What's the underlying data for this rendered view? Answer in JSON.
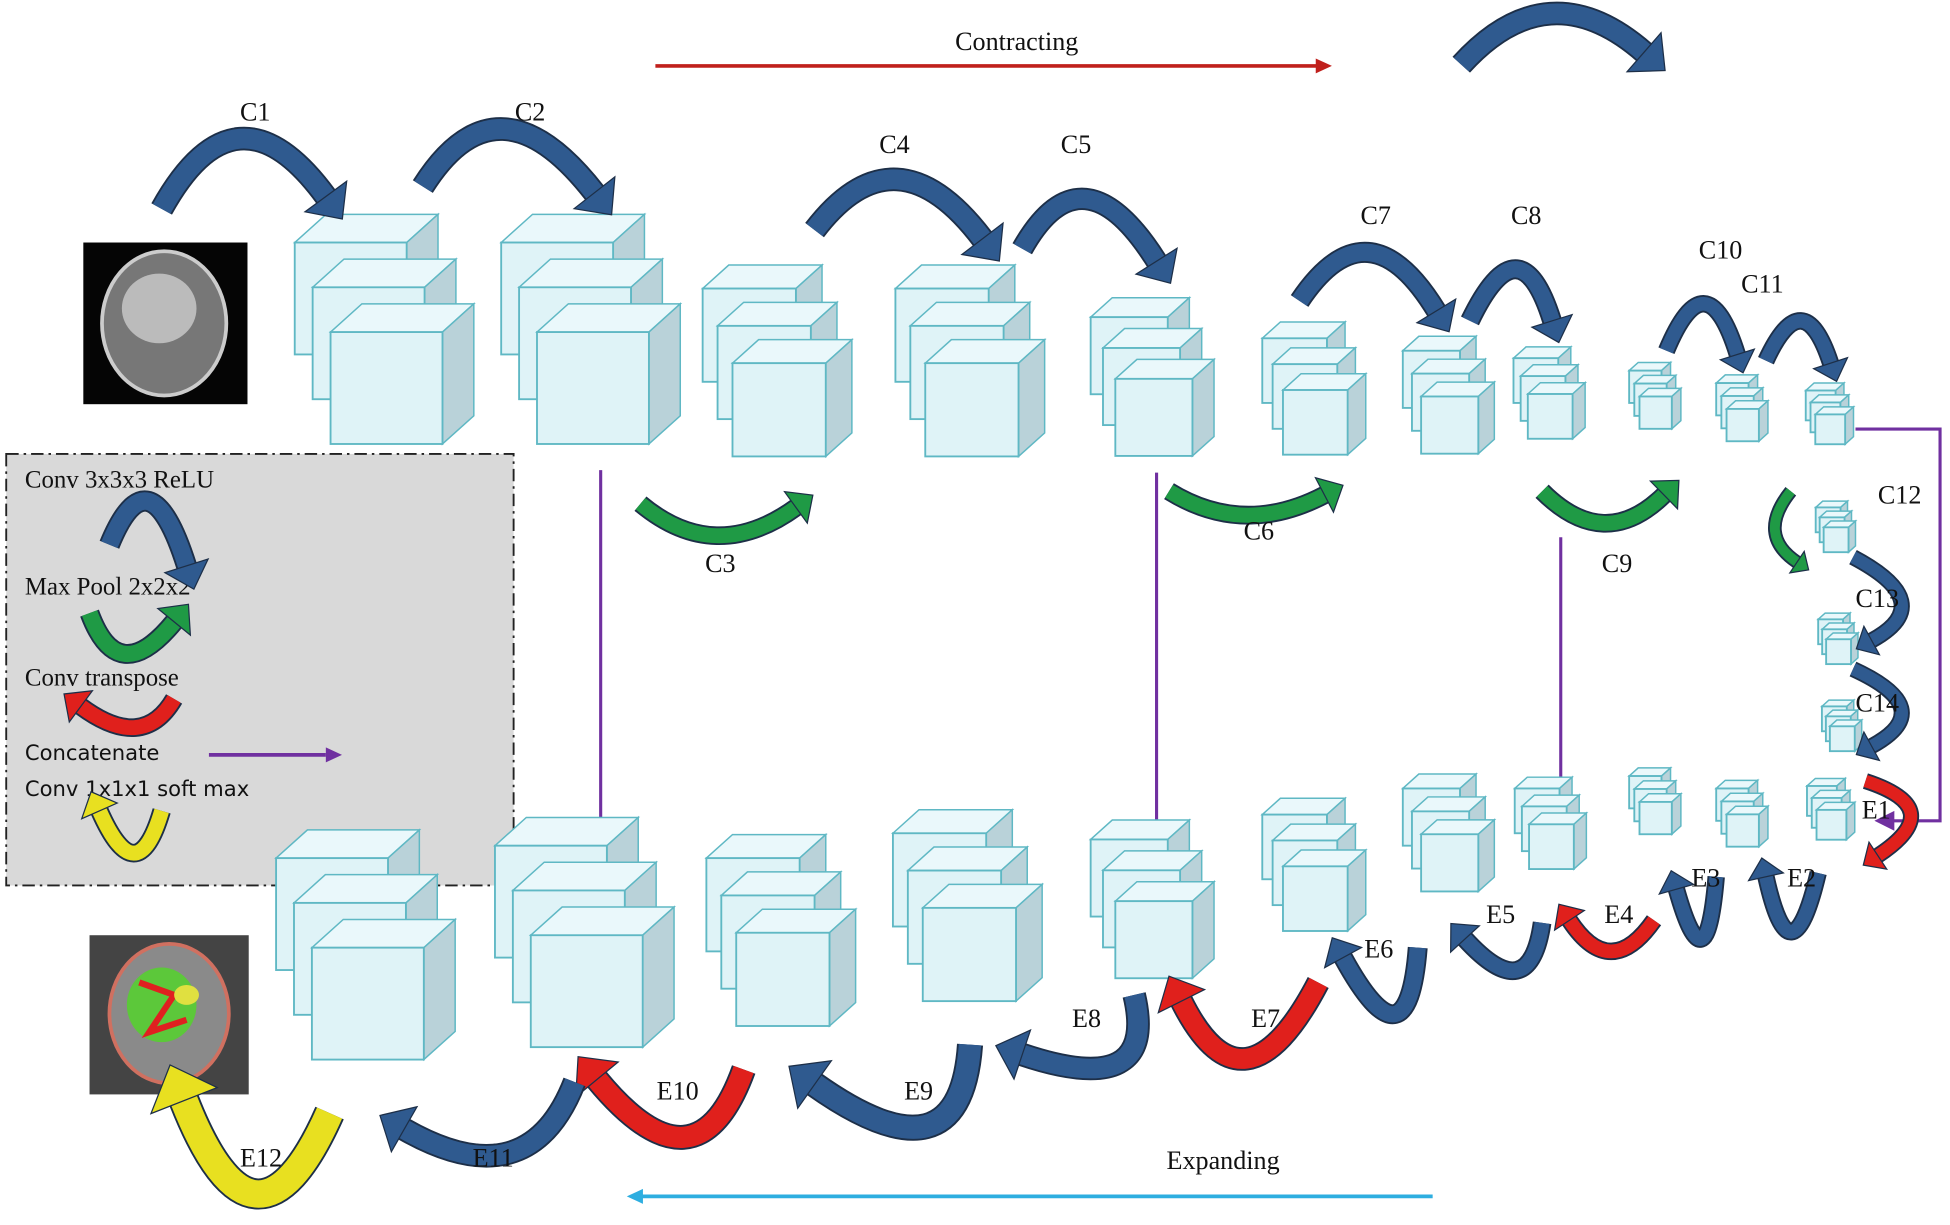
{
  "colors": {
    "conv_relu": "#2f5a8f",
    "max_pool": "#1f9a45",
    "conv_transpose": "#e0201c",
    "concatenate": "#7030a0",
    "softmax": "#e8e020",
    "contracting_arrow": "#c0201c",
    "expanding_arrow": "#2eaee0",
    "cube_face": "#dff3f7",
    "cube_edge": "#5fb8c4"
  },
  "direction_labels": {
    "contracting": "Contracting",
    "expanding": "Expanding"
  },
  "legend": {
    "conv_relu": "Conv 3x3x3 ReLU",
    "max_pool": "Max Pool 2x2x2",
    "conv_transpose": "Conv transpose",
    "concatenate": "Concatenate",
    "softmax": "Conv 1x1x1 soft max"
  },
  "step_labels": {
    "C1": "C1",
    "C2": "C2",
    "C3": "C3",
    "C4": "C4",
    "C5": "C5",
    "C6": "C6",
    "C7": "C7",
    "C8": "C8",
    "C9": "C9",
    "C10": "C10",
    "C11": "C11",
    "C12": "C12",
    "C13": "C13",
    "C14": "C14",
    "E1": "E1",
    "E2": "E2",
    "E3": "E3",
    "E4": "E4",
    "E5": "E5",
    "E6": "E6",
    "E7": "E7",
    "E8": "E8",
    "E9": "E9",
    "E10": "E10",
    "E11": "E11",
    "E12": "E12"
  },
  "images": {
    "input": "mri-input-image",
    "output": "segmentation-output-image"
  }
}
